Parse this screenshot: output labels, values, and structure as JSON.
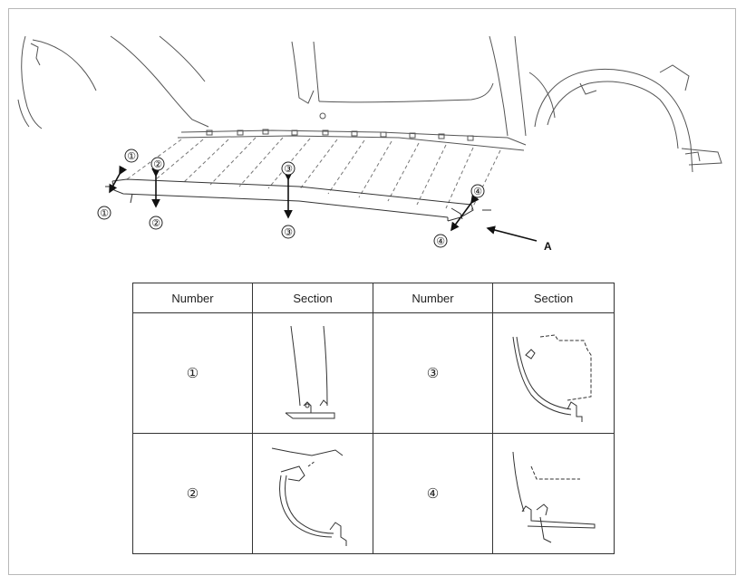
{
  "diagram": {
    "callouts": [
      "①",
      "②",
      "③",
      "④"
    ],
    "view_label": "A"
  },
  "table": {
    "headers": [
      "Number",
      "Section",
      "Number",
      "Section"
    ],
    "rows": [
      {
        "left_number": "①",
        "right_number": "③"
      },
      {
        "left_number": "②",
        "right_number": "④"
      }
    ]
  }
}
